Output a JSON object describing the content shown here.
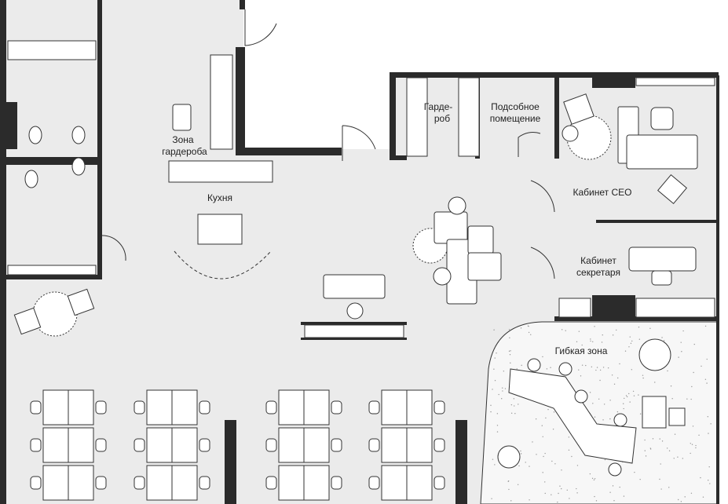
{
  "plan": {
    "rooms": {
      "wardrobe": "Гарде-",
      "wardrobe_2": "роб",
      "utility": "Подсобное",
      "utility_2": "помещение",
      "cloakroom": "Зона",
      "cloakroom_2": "гардероба",
      "kitchen": "Кухня",
      "ceo": "Кабинет CEO",
      "secretary": "Кабинет",
      "secretary_2": "секретаря",
      "flex": "Гибкая зона"
    },
    "colors": {
      "floor": "#ebebeb",
      "wall": "#2b2b2b",
      "outside": "#ffffff"
    }
  }
}
